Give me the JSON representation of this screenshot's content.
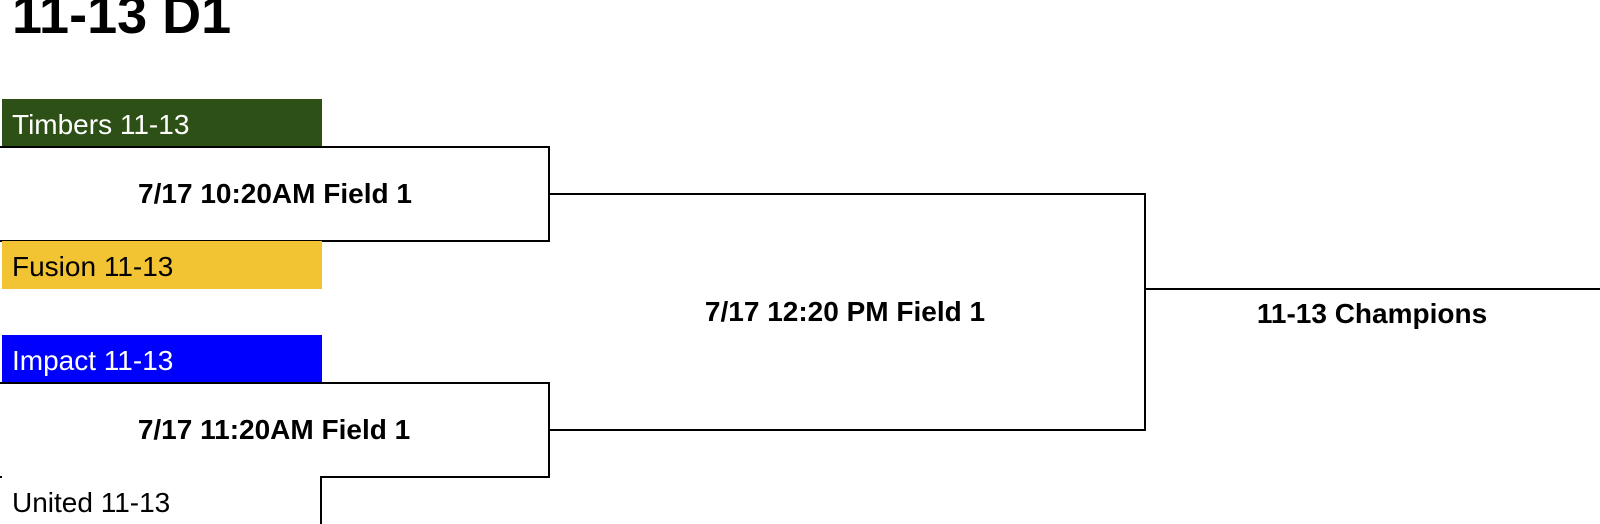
{
  "title": "11-13 D1",
  "teams": {
    "timbers": {
      "name": "Timbers 11-13",
      "color": "#2d5016"
    },
    "fusion": {
      "name": "Fusion 11-13",
      "color": "#f2c332"
    },
    "impact": {
      "name": "Impact 11-13",
      "color": "#0000ff"
    },
    "united": {
      "name": "United 11-13",
      "color": "#ffffff"
    }
  },
  "games": {
    "semifinal1": "7/17 10:20AM Field 1",
    "semifinal2": "7/17 11:20AM Field 1",
    "final": "7/17 12:20 PM Field 1"
  },
  "champion_label": "11-13 Champions",
  "colors": {
    "line": "#000000",
    "background": "#ffffff"
  }
}
